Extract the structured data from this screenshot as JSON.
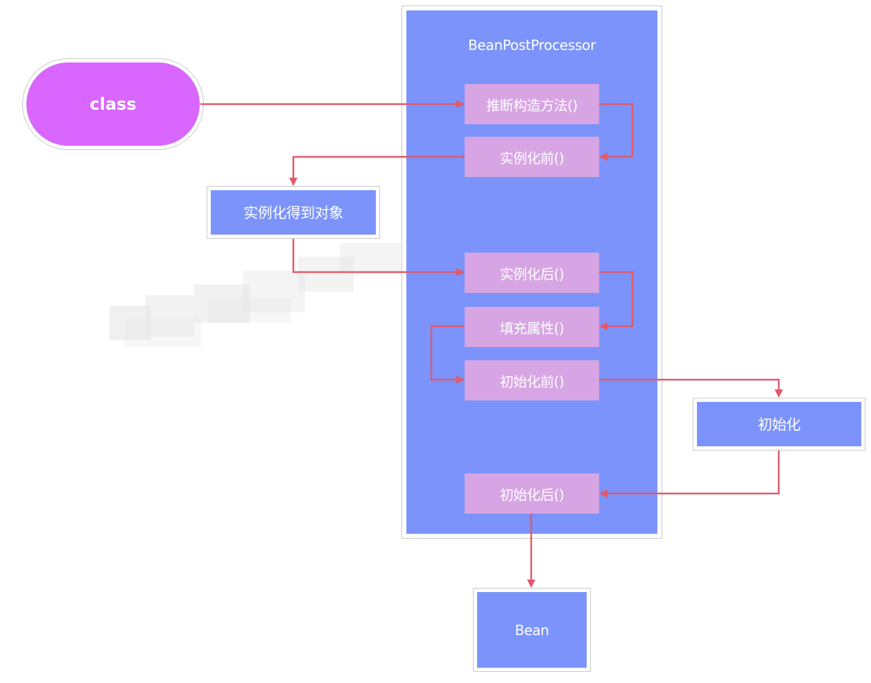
{
  "container": {
    "title": "BeanPostProcessor"
  },
  "start": {
    "label": "class"
  },
  "steps": {
    "infer_constructor": "推断构造方法()",
    "before_instantiation": "实例化前()",
    "after_instantiation": "实例化后()",
    "populate_properties": "填充属性()",
    "before_initialization": "初始化前()",
    "after_initialization": "初始化后()"
  },
  "external": {
    "instantiate": "实例化得到对象",
    "initialize": "初始化",
    "bean": "Bean"
  },
  "colors": {
    "container_fill": "#7b93fb",
    "step_fill": "#d7a5e3",
    "start_fill": "#d966ff",
    "arrow": "#e05a6a"
  }
}
